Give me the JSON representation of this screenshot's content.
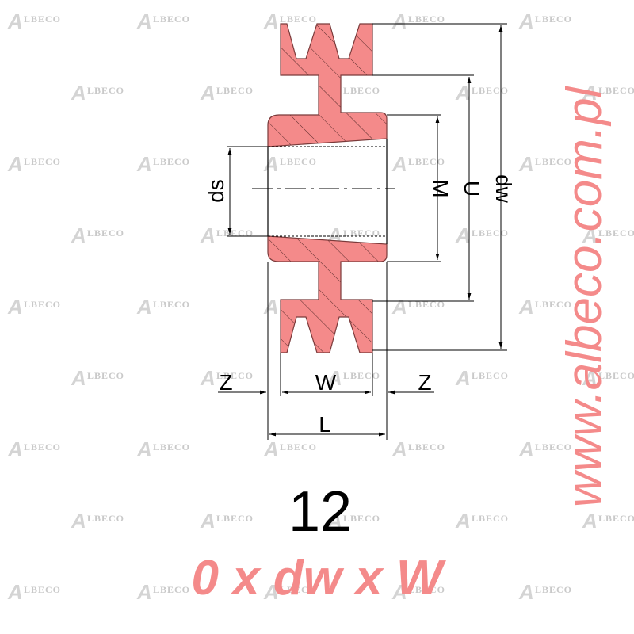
{
  "watermark": {
    "brand": "ALBECO"
  },
  "dimensions": {
    "ds": "ds",
    "M": "M",
    "U": "U",
    "dw": "dw",
    "Z_left": "Z",
    "W": "W",
    "Z_right": "Z",
    "L": "L"
  },
  "figure_number": "12",
  "formula": "0 x dw x W",
  "website": "www.albeco.com.pl",
  "colors": {
    "section_fill": "#f48a8a",
    "accent_text": "#f48a8a",
    "line": "#000000"
  }
}
